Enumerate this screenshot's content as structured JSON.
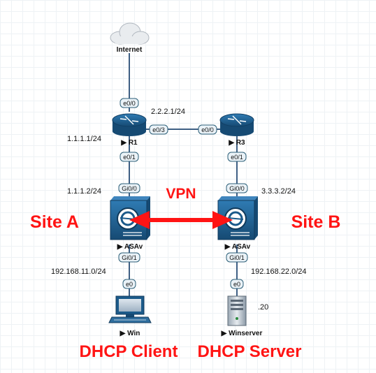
{
  "nodes": {
    "internet": "Internet",
    "r1": "R1",
    "r3": "R3",
    "asav_a": "ASAv",
    "asav_b": "ASAv",
    "win": "Win",
    "winserver": "Winserver"
  },
  "ports": {
    "r1_e00": "e0/0",
    "r1_e03": "e0/3",
    "r1_e01": "e0/1",
    "r3_e00": "e0/0",
    "r3_e01": "e0/1",
    "asa_a_gi00": "Gi0/0",
    "asa_a_gi01": "Gi0/1",
    "asa_b_gi00": "Gi0/0",
    "asa_b_gi01": "Gi0/1",
    "win_e0": "e0",
    "winserver_e0": "e0"
  },
  "addresses": {
    "r1_r3": "2.2.2.1/24",
    "r1_left": "1.1.1.1/24",
    "asa_a_outside": "1.1.1.2/24",
    "asa_b_outside": "3.3.3.2/24",
    "lan_a": "192.168.11.0/24",
    "lan_b": "192.168.22.0/24",
    "server_host": ".20"
  },
  "labels": {
    "vpn": "VPN",
    "site_a": "Site A",
    "site_b": "Site B",
    "dhcp_client": "DHCP Client",
    "dhcp_server": "DHCP Server"
  },
  "colors": {
    "accent": "#ff1414",
    "device_blue": "#1b5a8a",
    "port_stroke": "#2c5f78"
  }
}
